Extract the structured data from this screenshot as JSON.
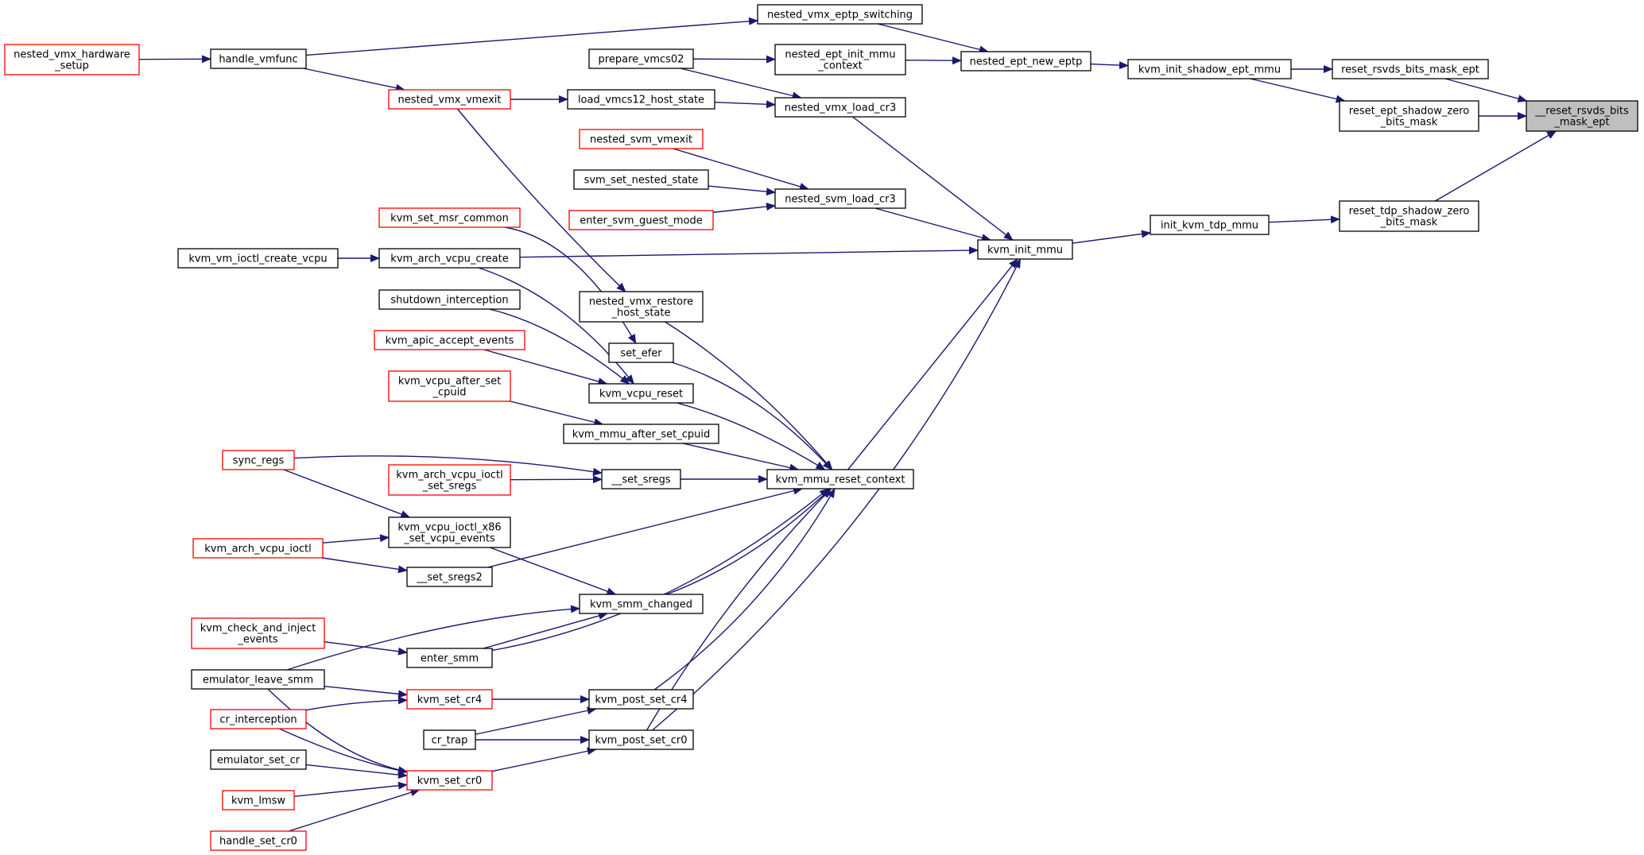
{
  "graph": {
    "colors": {
      "edge": "#191970",
      "node_border": "#000000",
      "link_border_red": "#ff0000",
      "root_fill": "#bfbfbf",
      "node_fill": "#ffffff"
    },
    "nodes": [
      {
        "id": "reset_rsvds_ept_root",
        "lines": [
          "__reset_rsvds_bits",
          "_mask_ept"
        ],
        "style": "root"
      },
      {
        "id": "reset_rsvds_bits_mask_ept",
        "lines": [
          "reset_rsvds_bits_mask_ept"
        ],
        "style": "normal"
      },
      {
        "id": "reset_ept_shadow_zero_bits_mask",
        "lines": [
          "reset_ept_shadow_zero",
          "_bits_mask"
        ],
        "style": "normal"
      },
      {
        "id": "reset_tdp_shadow_zero_bits_mask",
        "lines": [
          "reset_tdp_shadow_zero",
          "_bits_mask"
        ],
        "style": "normal"
      },
      {
        "id": "kvm_init_shadow_ept_mmu",
        "lines": [
          "kvm_init_shadow_ept_mmu"
        ],
        "style": "normal"
      },
      {
        "id": "init_kvm_tdp_mmu",
        "lines": [
          "init_kvm_tdp_mmu"
        ],
        "style": "normal"
      },
      {
        "id": "nested_ept_new_eptp",
        "lines": [
          "nested_ept_new_eptp"
        ],
        "style": "normal"
      },
      {
        "id": "kvm_init_mmu",
        "lines": [
          "kvm_init_mmu"
        ],
        "style": "normal"
      },
      {
        "id": "nested_vmx_eptp_switching",
        "lines": [
          "nested_vmx_eptp_switching"
        ],
        "style": "normal"
      },
      {
        "id": "nested_ept_init_mmu_context",
        "lines": [
          "nested_ept_init_mmu",
          "_context"
        ],
        "style": "normal"
      },
      {
        "id": "prepare_vmcs02",
        "lines": [
          "prepare_vmcs02"
        ],
        "style": "normal"
      },
      {
        "id": "handle_vmfunc",
        "lines": [
          "handle_vmfunc"
        ],
        "style": "normal"
      },
      {
        "id": "nested_vmx_hardware_setup",
        "lines": [
          "nested_vmx_hardware",
          "_setup"
        ],
        "style": "red"
      },
      {
        "id": "nested_vmx_vmexit",
        "lines": [
          "nested_vmx_vmexit"
        ],
        "style": "red"
      },
      {
        "id": "load_vmcs12_host_state",
        "lines": [
          "load_vmcs12_host_state"
        ],
        "style": "normal"
      },
      {
        "id": "nested_vmx_load_cr3",
        "lines": [
          "nested_vmx_load_cr3"
        ],
        "style": "normal"
      },
      {
        "id": "nested_svm_vmexit",
        "lines": [
          "nested_svm_vmexit"
        ],
        "style": "red"
      },
      {
        "id": "svm_set_nested_state",
        "lines": [
          "svm_set_nested_state"
        ],
        "style": "normal"
      },
      {
        "id": "enter_svm_guest_mode",
        "lines": [
          "enter_svm_guest_mode"
        ],
        "style": "red"
      },
      {
        "id": "nested_svm_load_cr3",
        "lines": [
          "nested_svm_load_cr3"
        ],
        "style": "normal"
      },
      {
        "id": "kvm_set_msr_common",
        "lines": [
          "kvm_set_msr_common"
        ],
        "style": "red"
      },
      {
        "id": "kvm_vm_ioctl_create_vcpu",
        "lines": [
          "kvm_vm_ioctl_create_vcpu"
        ],
        "style": "normal"
      },
      {
        "id": "kvm_arch_vcpu_create",
        "lines": [
          "kvm_arch_vcpu_create"
        ],
        "style": "normal"
      },
      {
        "id": "shutdown_interception",
        "lines": [
          "shutdown_interception"
        ],
        "style": "normal"
      },
      {
        "id": "nested_vmx_restore_host_state",
        "lines": [
          "nested_vmx_restore",
          "_host_state"
        ],
        "style": "normal"
      },
      {
        "id": "kvm_apic_accept_events",
        "lines": [
          "kvm_apic_accept_events"
        ],
        "style": "red"
      },
      {
        "id": "set_efer",
        "lines": [
          "set_efer"
        ],
        "style": "normal"
      },
      {
        "id": "kvm_vcpu_after_set_cpuid",
        "lines": [
          "kvm_vcpu_after_set",
          "_cpuid"
        ],
        "style": "red"
      },
      {
        "id": "kvm_vcpu_reset",
        "lines": [
          "kvm_vcpu_reset"
        ],
        "style": "normal"
      },
      {
        "id": "kvm_mmu_after_set_cpuid",
        "lines": [
          "kvm_mmu_after_set_cpuid"
        ],
        "style": "normal"
      },
      {
        "id": "sync_regs",
        "lines": [
          "sync_regs"
        ],
        "style": "red"
      },
      {
        "id": "kvm_arch_vcpu_ioctl_set_sregs",
        "lines": [
          "kvm_arch_vcpu_ioctl",
          "_set_sregs"
        ],
        "style": "red"
      },
      {
        "id": "__set_sregs",
        "lines": [
          "__set_sregs"
        ],
        "style": "normal"
      },
      {
        "id": "kvm_mmu_reset_context",
        "lines": [
          "kvm_mmu_reset_context"
        ],
        "style": "normal"
      },
      {
        "id": "kvm_arch_vcpu_ioctl",
        "lines": [
          "kvm_arch_vcpu_ioctl"
        ],
        "style": "red"
      },
      {
        "id": "kvm_vcpu_ioctl_x86_set_vcpu_events",
        "lines": [
          "kvm_vcpu_ioctl_x86",
          "_set_vcpu_events"
        ],
        "style": "normal"
      },
      {
        "id": "__set_sregs2",
        "lines": [
          "__set_sregs2"
        ],
        "style": "normal"
      },
      {
        "id": "kvm_smm_changed",
        "lines": [
          "kvm_smm_changed"
        ],
        "style": "normal"
      },
      {
        "id": "kvm_check_and_inject_events",
        "lines": [
          "kvm_check_and_inject",
          "_events"
        ],
        "style": "red"
      },
      {
        "id": "enter_smm",
        "lines": [
          "enter_smm"
        ],
        "style": "normal"
      },
      {
        "id": "emulator_leave_smm",
        "lines": [
          "emulator_leave_smm"
        ],
        "style": "normal"
      },
      {
        "id": "kvm_set_cr4",
        "lines": [
          "kvm_set_cr4"
        ],
        "style": "red"
      },
      {
        "id": "kvm_post_set_cr4",
        "lines": [
          "kvm_post_set_cr4"
        ],
        "style": "normal"
      },
      {
        "id": "cr_interception",
        "lines": [
          "cr_interception"
        ],
        "style": "red"
      },
      {
        "id": "cr_trap",
        "lines": [
          "cr_trap"
        ],
        "style": "normal"
      },
      {
        "id": "kvm_post_set_cr0",
        "lines": [
          "kvm_post_set_cr0"
        ],
        "style": "normal"
      },
      {
        "id": "emulator_set_cr",
        "lines": [
          "emulator_set_cr"
        ],
        "style": "normal"
      },
      {
        "id": "kvm_set_cr0",
        "lines": [
          "kvm_set_cr0"
        ],
        "style": "red"
      },
      {
        "id": "kvm_lmsw",
        "lines": [
          "kvm_lmsw"
        ],
        "style": "red"
      },
      {
        "id": "handle_set_cr0",
        "lines": [
          "handle_set_cr0"
        ],
        "style": "red"
      }
    ],
    "edges": [
      [
        "reset_rsvds_bits_mask_ept",
        "reset_rsvds_ept_root"
      ],
      [
        "reset_ept_shadow_zero_bits_mask",
        "reset_rsvds_ept_root"
      ],
      [
        "reset_tdp_shadow_zero_bits_mask",
        "reset_rsvds_ept_root"
      ],
      [
        "kvm_init_shadow_ept_mmu",
        "reset_rsvds_bits_mask_ept"
      ],
      [
        "kvm_init_shadow_ept_mmu",
        "reset_ept_shadow_zero_bits_mask"
      ],
      [
        "init_kvm_tdp_mmu",
        "reset_tdp_shadow_zero_bits_mask"
      ],
      [
        "nested_ept_new_eptp",
        "kvm_init_shadow_ept_mmu"
      ],
      [
        "kvm_init_mmu",
        "init_kvm_tdp_mmu"
      ],
      [
        "nested_vmx_eptp_switching",
        "nested_ept_new_eptp"
      ],
      [
        "nested_ept_init_mmu_context",
        "nested_ept_new_eptp"
      ],
      [
        "prepare_vmcs02",
        "nested_ept_init_mmu_context"
      ],
      [
        "handle_vmfunc",
        "nested_vmx_eptp_switching"
      ],
      [
        "nested_vmx_hardware_setup",
        "handle_vmfunc"
      ],
      [
        "handle_vmfunc",
        "nested_vmx_vmexit"
      ],
      [
        "nested_vmx_vmexit",
        "load_vmcs12_host_state"
      ],
      [
        "load_vmcs12_host_state",
        "nested_vmx_load_cr3"
      ],
      [
        "prepare_vmcs02",
        "nested_vmx_load_cr3"
      ],
      [
        "nested_vmx_load_cr3",
        "kvm_init_mmu"
      ],
      [
        "nested_svm_vmexit",
        "nested_svm_load_cr3"
      ],
      [
        "svm_set_nested_state",
        "nested_svm_load_cr3"
      ],
      [
        "enter_svm_guest_mode",
        "nested_svm_load_cr3"
      ],
      [
        "nested_svm_load_cr3",
        "kvm_init_mmu"
      ],
      [
        "kvm_vm_ioctl_create_vcpu",
        "kvm_arch_vcpu_create"
      ],
      [
        "kvm_arch_vcpu_create",
        "kvm_init_mmu"
      ],
      [
        "kvm_mmu_reset_context",
        "kvm_init_mmu"
      ],
      [
        "kvm_post_set_cr0",
        "kvm_init_mmu"
      ],
      [
        "nested_vmx_vmexit",
        "nested_vmx_restore_host_state"
      ],
      [
        "kvm_set_msr_common",
        "set_efer"
      ],
      [
        "kvm_arch_vcpu_create",
        "kvm_vcpu_reset"
      ],
      [
        "shutdown_interception",
        "kvm_vcpu_reset"
      ],
      [
        "kvm_apic_accept_events",
        "kvm_vcpu_reset"
      ],
      [
        "kvm_vcpu_after_set_cpuid",
        "kvm_mmu_after_set_cpuid"
      ],
      [
        "nested_vmx_restore_host_state",
        "kvm_mmu_reset_context"
      ],
      [
        "set_efer",
        "kvm_mmu_reset_context"
      ],
      [
        "kvm_vcpu_reset",
        "kvm_mmu_reset_context"
      ],
      [
        "kvm_mmu_after_set_cpuid",
        "kvm_mmu_reset_context"
      ],
      [
        "sync_regs",
        "__set_sregs"
      ],
      [
        "kvm_arch_vcpu_ioctl_set_sregs",
        "__set_sregs"
      ],
      [
        "__set_sregs",
        "kvm_mmu_reset_context"
      ],
      [
        "sync_regs",
        "kvm_vcpu_ioctl_x86_set_vcpu_events"
      ],
      [
        "kvm_arch_vcpu_ioctl",
        "kvm_vcpu_ioctl_x86_set_vcpu_events"
      ],
      [
        "kvm_arch_vcpu_ioctl",
        "__set_sregs2"
      ],
      [
        "__set_sregs2",
        "kvm_mmu_reset_context"
      ],
      [
        "kvm_vcpu_ioctl_x86_set_vcpu_events",
        "kvm_smm_changed"
      ],
      [
        "emulator_leave_smm",
        "kvm_smm_changed"
      ],
      [
        "enter_smm",
        "kvm_smm_changed"
      ],
      [
        "kvm_smm_changed",
        "kvm_mmu_reset_context"
      ],
      [
        "kvm_check_and_inject_events",
        "enter_smm"
      ],
      [
        "enter_smm",
        "kvm_mmu_reset_context"
      ],
      [
        "emulator_leave_smm",
        "kvm_set_cr4"
      ],
      [
        "emulator_leave_smm",
        "kvm_set_cr0"
      ],
      [
        "cr_interception",
        "kvm_set_cr4"
      ],
      [
        "cr_interception",
        "kvm_set_cr0"
      ],
      [
        "kvm_set_cr4",
        "kvm_post_set_cr4"
      ],
      [
        "cr_trap",
        "kvm_post_set_cr4"
      ],
      [
        "cr_trap",
        "kvm_post_set_cr0"
      ],
      [
        "kvm_post_set_cr4",
        "kvm_mmu_reset_context"
      ],
      [
        "kvm_post_set_cr0",
        "kvm_mmu_reset_context"
      ],
      [
        "emulator_set_cr",
        "kvm_set_cr0"
      ],
      [
        "kvm_lmsw",
        "kvm_set_cr0"
      ],
      [
        "handle_set_cr0",
        "kvm_set_cr0"
      ],
      [
        "kvm_set_cr0",
        "kvm_post_set_cr0"
      ]
    ]
  }
}
